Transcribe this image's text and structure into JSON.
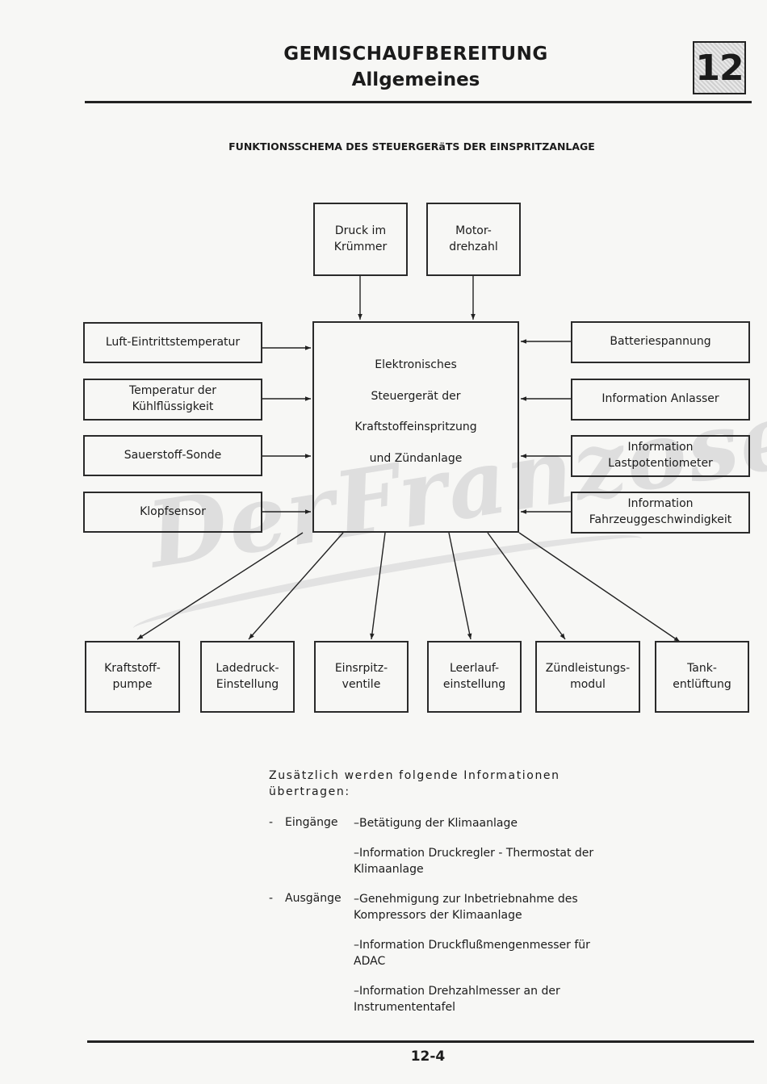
{
  "header": {
    "title": "GEMISCHAUFBEREITUNG",
    "subtitle": "Allgemeines",
    "chapter_number": "12"
  },
  "diagram": {
    "title": "FUNKTIONSSCHEMA DES STEUERGERäTS DER EINSPRITZANLAGE",
    "top_inputs": [
      {
        "line1": "Druck im",
        "line2": "Krümmer"
      },
      {
        "line1": "Motor-",
        "line2": "drehzahl"
      }
    ],
    "left_inputs": [
      {
        "line1": "Luft-Eintrittstemperatur",
        "line2": ""
      },
      {
        "line1": "Temperatur der",
        "line2": "Kühlflüssigkeit"
      },
      {
        "line1": "Sauerstoff-Sonde",
        "line2": ""
      },
      {
        "line1": "Klopfsensor",
        "line2": ""
      }
    ],
    "right_inputs": [
      {
        "line1": "Batteriespannung",
        "line2": ""
      },
      {
        "line1": "Information Anlasser",
        "line2": ""
      },
      {
        "line1": "Information",
        "line2": "Lastpotentiometer"
      },
      {
        "line1": "Information",
        "line2": "Fahrzeuggeschwindigkeit"
      }
    ],
    "ecu": [
      "Elektronisches",
      "Steuergerät der",
      "Kraftstoffeinspritzung",
      "und Zündanlage"
    ],
    "outputs": [
      {
        "line1": "Kraftstoff-",
        "line2": "pumpe"
      },
      {
        "line1": "Ladedruck-",
        "line2": "Einstellung"
      },
      {
        "line1": "Einsrpitz-",
        "line2": "ventile"
      },
      {
        "line1": "Leerlauf-",
        "line2": "einstellung"
      },
      {
        "line1": "Zündleistungs-",
        "line2": "modul"
      },
      {
        "line1": "Tank-",
        "line2": "entlüftung"
      }
    ],
    "watermark": "DerFranzose"
  },
  "notes": {
    "intro": "Zusätzlich werden folgende Informationen übertragen:",
    "dash": "-",
    "inputs_label": "Eingänge",
    "inputs": [
      "–Betätigung der Klimaanlage",
      "–Information Druckregler - Thermostat der Klimaanlage"
    ],
    "outputs_label": "Ausgänge",
    "outputs": [
      "–Genehmigung zur Inbetriebnahme des Kompressors der Klimaanlage",
      "–Information Druckflußmengenmesser für ADAC",
      "–Information Drehzahlmesser an der Instrumententafel"
    ]
  },
  "footer": {
    "page_number": "12-4"
  }
}
